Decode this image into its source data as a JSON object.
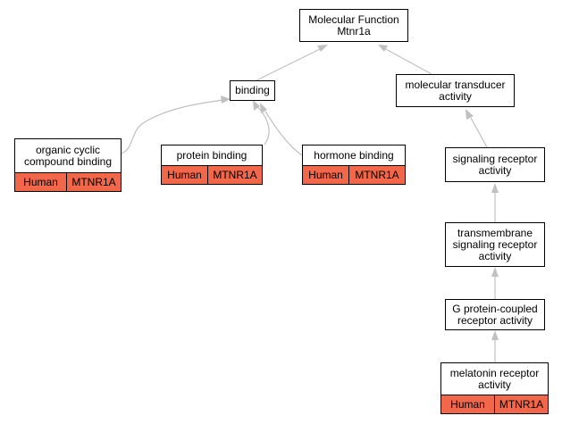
{
  "colors": {
    "annotation": "#f26649",
    "edge": "#c0c0c0",
    "border": "#000000"
  },
  "nodes": {
    "root": {
      "line1": "Molecular Function",
      "line2": "Mtnr1a"
    },
    "binding": {
      "label": "binding"
    },
    "transducer": {
      "line1": "molecular transducer",
      "line2": "activity"
    },
    "organic": {
      "line1": "organic cyclic",
      "line2": "compound binding",
      "species": "Human",
      "gene": "MTNR1A"
    },
    "protein": {
      "label": "protein binding",
      "species": "Human",
      "gene": "MTNR1A"
    },
    "hormone": {
      "label": "hormone binding",
      "species": "Human",
      "gene": "MTNR1A"
    },
    "signaling": {
      "line1": "signaling receptor",
      "line2": "activity"
    },
    "transmembrane": {
      "line1": "transmembrane",
      "line2": "signaling receptor",
      "line3": "activity"
    },
    "gpcr": {
      "line1": "G protein-coupled",
      "line2": "receptor activity"
    },
    "melatonin": {
      "line1": "melatonin receptor",
      "line2": "activity",
      "species": "Human",
      "gene": "MTNR1A"
    }
  },
  "edges": [
    {
      "from": "binding",
      "to": "root"
    },
    {
      "from": "transducer",
      "to": "root"
    },
    {
      "from": "organic",
      "to": "binding"
    },
    {
      "from": "protein",
      "to": "binding"
    },
    {
      "from": "hormone",
      "to": "binding"
    },
    {
      "from": "signaling",
      "to": "transducer"
    },
    {
      "from": "transmembrane",
      "to": "signaling"
    },
    {
      "from": "gpcr",
      "to": "transmembrane"
    },
    {
      "from": "melatonin",
      "to": "gpcr"
    }
  ]
}
